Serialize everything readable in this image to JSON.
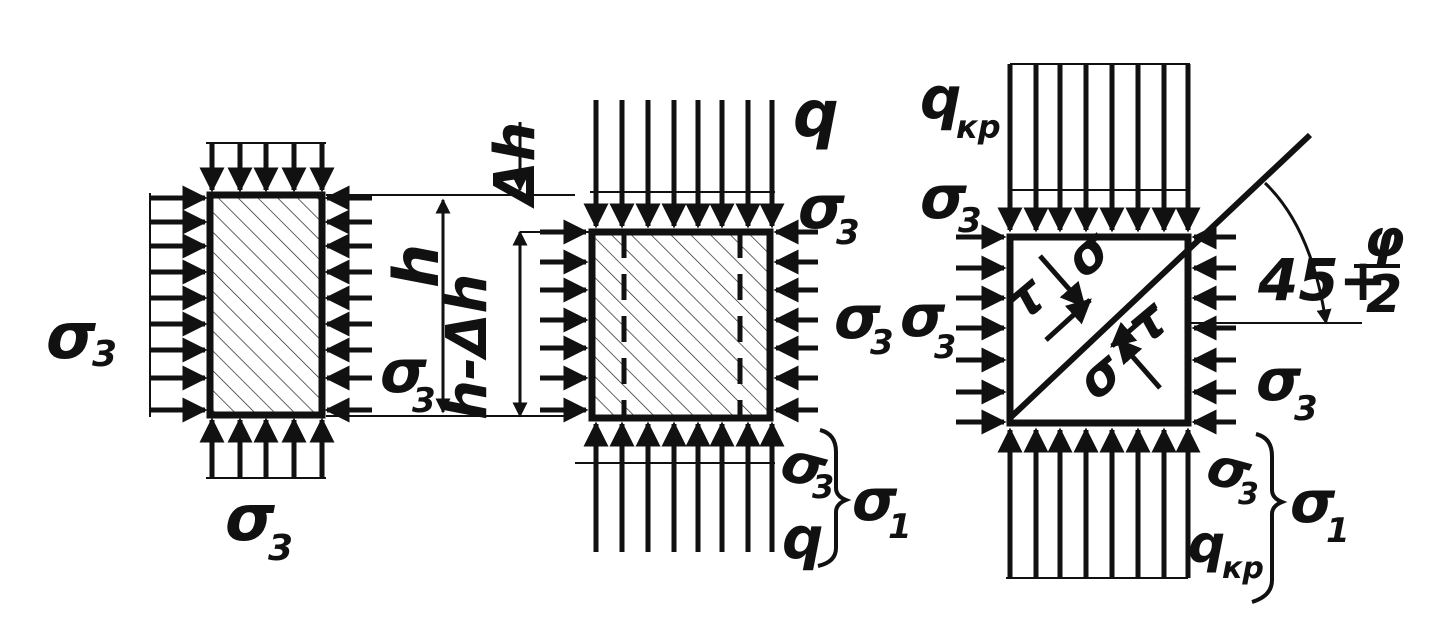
{
  "figure": {
    "panels": [
      {
        "id": "panel-1",
        "labels": {
          "left_stress": "σ",
          "left_stress_sub": "3",
          "bottom_stress": "σ",
          "bottom_stress_sub": "3",
          "right_stress": "σ",
          "right_stress_sub": "3",
          "height": "h"
        }
      },
      {
        "id": "panel-2",
        "labels": {
          "height_reduced": "h-Δh",
          "delta": "Δh",
          "top_load": "q",
          "top_right_stress": "σ",
          "top_right_stress_sub": "3",
          "right_stress": "σ",
          "right_stress_sub": "3",
          "bottom_stress": "σ",
          "bottom_stress_sub": "3",
          "bottom_load": "q",
          "major_stress": "σ",
          "major_stress_sub": "1"
        }
      },
      {
        "id": "panel-3",
        "labels": {
          "top_load": "q",
          "top_load_sub": "кр",
          "top_left_stress": "σ",
          "top_left_stress_sub": "3",
          "left_stress": "σ",
          "left_stress_sub": "3",
          "normal_stress_upper": "σ",
          "normal_stress_lower": "σ",
          "shear_upper": "τ",
          "shear_lower": "τ",
          "angle_base": "45+",
          "angle_num": "φ",
          "angle_den": "2",
          "right_stress": "σ",
          "right_stress_sub": "3",
          "bottom_stress": "σ",
          "bottom_stress_sub": "3",
          "bottom_load": "q",
          "bottom_load_sub": "кр",
          "major_stress": "σ",
          "major_stress_sub": "1"
        }
      }
    ]
  }
}
